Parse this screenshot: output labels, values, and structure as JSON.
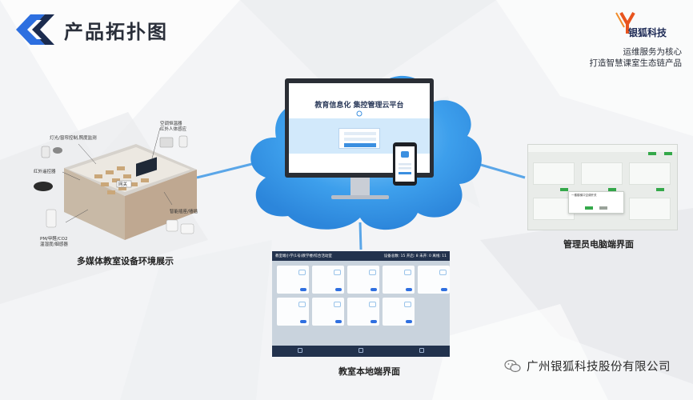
{
  "header": {
    "title": "产品拓扑图",
    "brand_name": "银狐科技",
    "slogan_line1": "运维服务为核心",
    "slogan_line2": "打造智慧课室生态链产品"
  },
  "cloud_platform": {
    "screen_title": "教育信息化 集控管理云平台"
  },
  "nodes": {
    "classroom_caption": "多媒体教室设备环境展示",
    "admin_caption": "管理员电脑端界面",
    "local_caption": "教室本地端界面"
  },
  "classroom_callouts": {
    "light": "灯光/窗帘控制,照度监测",
    "sensor_a": "空调恒温器",
    "sensor_b": "红外人体感应",
    "ir": "红外遥控器",
    "pm": "PM/甲醛/CO2",
    "pm2": "温湿度/烟感器",
    "plug": "智能插座/墙插",
    "screen": "网关"
  },
  "local_panel": {
    "header_left": "教室端小学(1号)教学楼/综合活动室",
    "header_right": "设备总数: 15 开启: 8 未开: 0 离线: 11"
  },
  "admin_panel": {
    "dialog_title": "一楼楼梯口空调开关"
  },
  "watermark": {
    "text": "广州银狐科技股份有限公司"
  }
}
